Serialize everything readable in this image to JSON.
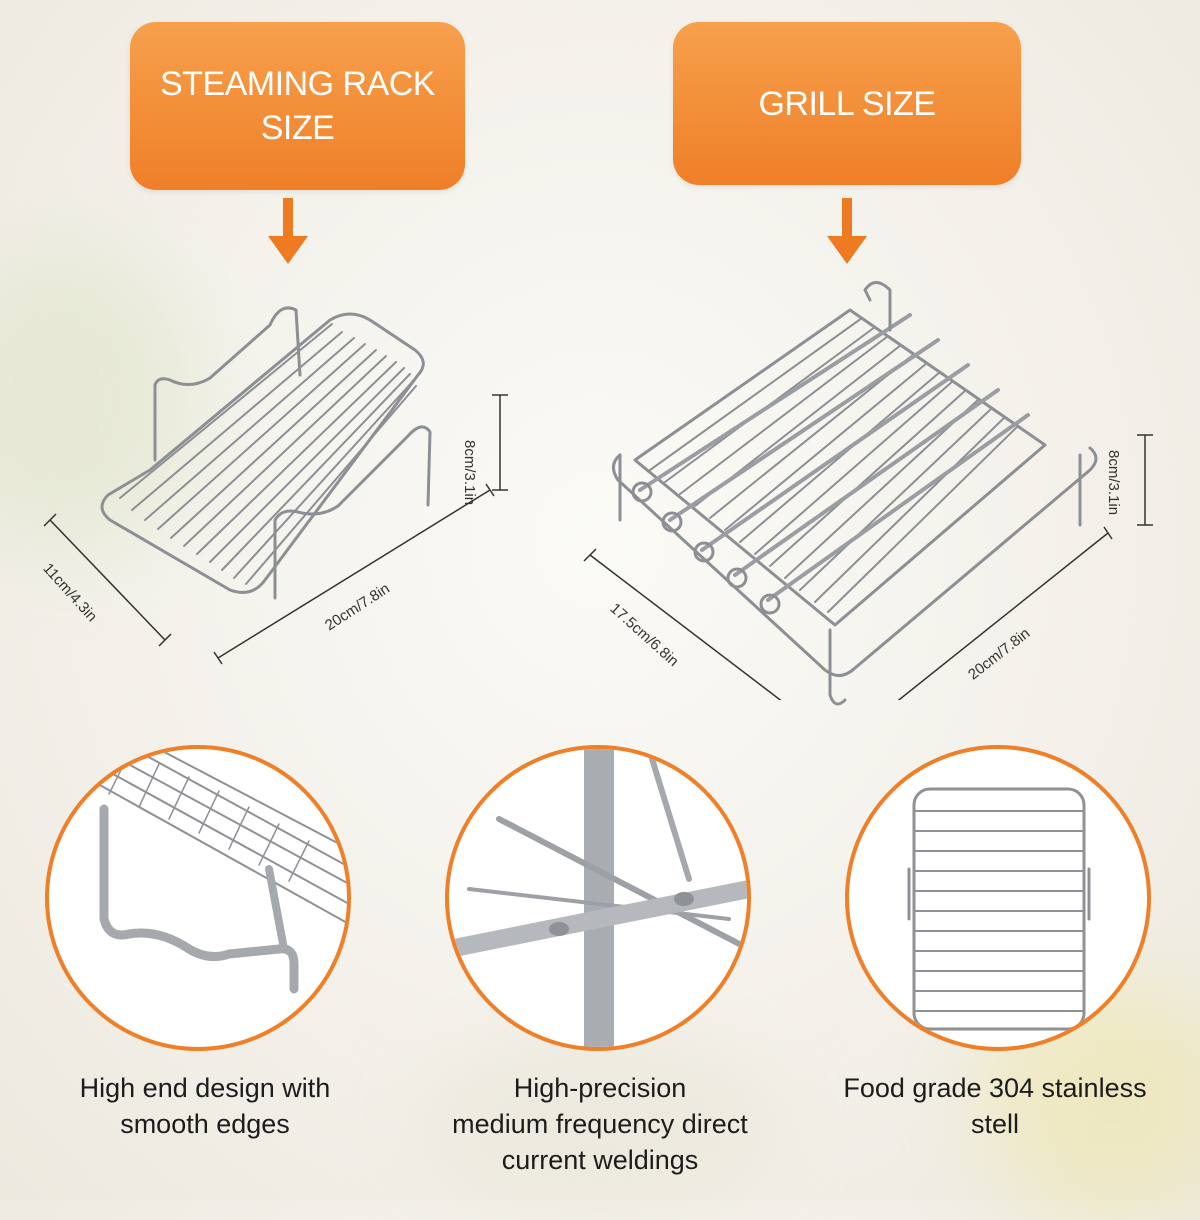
{
  "top_labels": {
    "left": {
      "lines": [
        "STEAMING RACK",
        "SIZE"
      ]
    },
    "right": {
      "lines": [
        "GRILL SIZE"
      ]
    }
  },
  "steaming_rack": {
    "height": "8cm/3.1in",
    "width": "11cm/4.3in",
    "length": "20cm/7.8in"
  },
  "grill_rack": {
    "height": "8cm/3.1in",
    "width": "17.5cm/6.8in",
    "length": "20cm/7.8in"
  },
  "features": [
    {
      "lines": [
        "High end design with",
        "smooth edges"
      ]
    },
    {
      "lines": [
        "High-precision",
        "medium frequency direct",
        "current weldings"
      ]
    },
    {
      "lines": [
        "Food grade 304 stainless",
        "stell"
      ]
    }
  ],
  "colors": {
    "accent": "#ef7f28",
    "text": "#1c1c1c",
    "steel": "#8c8f94"
  }
}
